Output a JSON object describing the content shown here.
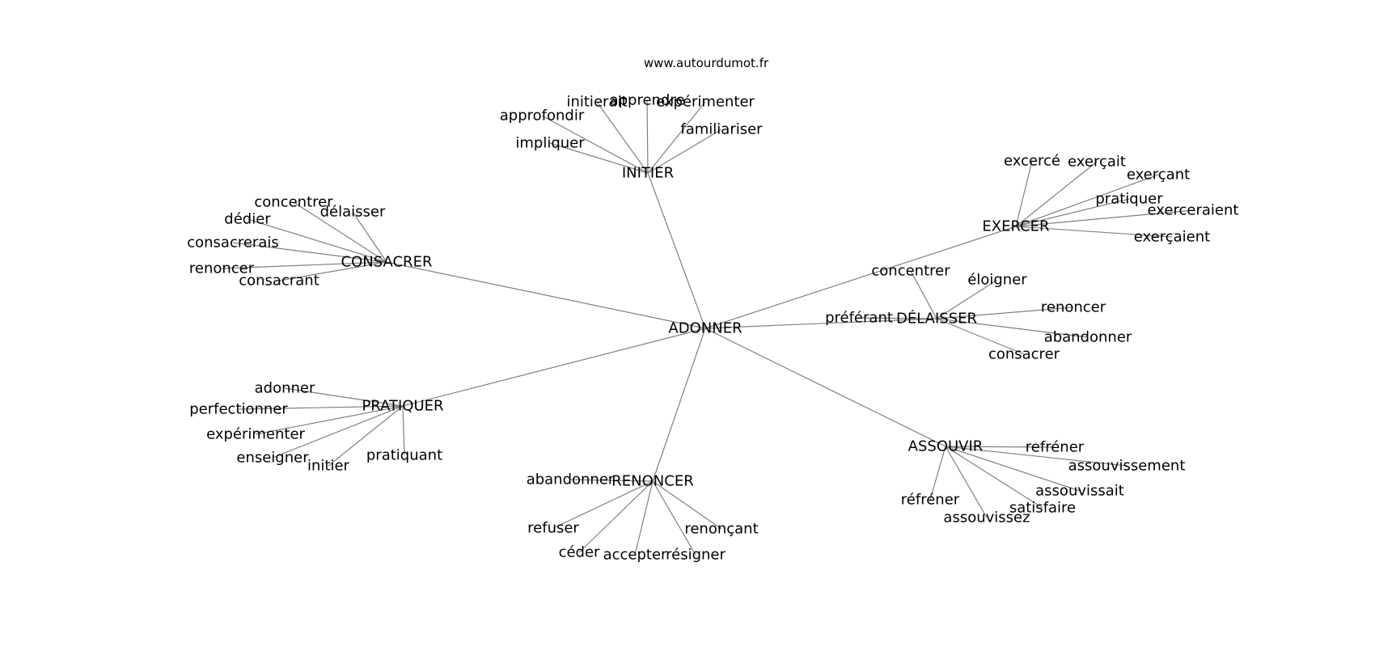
{
  "source_label": "www.autourdumot.fr",
  "colors": {
    "edge": "#808080",
    "text": "#000000",
    "background": "#ffffff"
  },
  "graph": {
    "center": "ADONNER",
    "hubs": [
      {
        "label": "INITIER",
        "leaves": [
          "initierait",
          "apprendre",
          "expérimenter",
          "approfondir",
          "familiariser",
          "impliquer"
        ]
      },
      {
        "label": "CONSACRER",
        "leaves": [
          "concentrer",
          "délaisser",
          "dédier",
          "consacrerais",
          "renoncer",
          "consacrant"
        ]
      },
      {
        "label": "EXERCER",
        "leaves": [
          "excercé",
          "exerçait",
          "exerçant",
          "pratiquer",
          "exerceraient",
          "exerçaient"
        ]
      },
      {
        "label": "DÉLAISSER",
        "leaves": [
          "concentrer",
          "éloigner",
          "préférant",
          "renoncer",
          "abandonner",
          "consacrer"
        ]
      },
      {
        "label": "PRATIQUER",
        "leaves": [
          "adonner",
          "perfectionner",
          "expérimenter",
          "enseigner",
          "initier",
          "pratiquant"
        ]
      },
      {
        "label": "ASSOUVIR",
        "leaves": [
          "refréner",
          "assouvissement",
          "assouvissait",
          "satisfaire",
          "réfréner",
          "assouvissez"
        ]
      },
      {
        "label": "RENONCER",
        "leaves": [
          "abandonner",
          "refuser",
          "céder",
          "accepter",
          "résigner",
          "renonçant"
        ]
      }
    ]
  }
}
